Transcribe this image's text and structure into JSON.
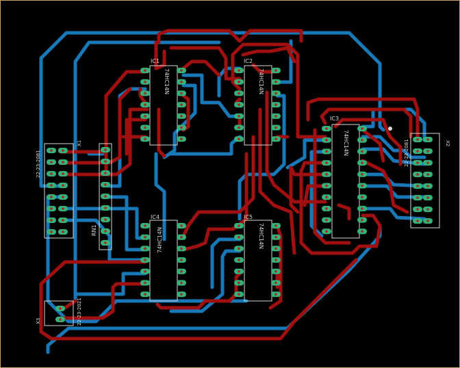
{
  "colors": {
    "background": "#000000",
    "border": "#c9a35a",
    "top_trace": "#a01010",
    "bottom_trace": "#1878b8",
    "pad": "#33b27a",
    "pad_hole": "#b02323",
    "silkscreen": "#d8d8d8"
  },
  "components": {
    "ic1": {
      "name": "IC1",
      "part": "74HC14N"
    },
    "ic2": {
      "name": "IC2",
      "part": "74HC14N"
    },
    "ic3": {
      "name": "IC3",
      "part": "74HC14N"
    },
    "ic4": {
      "name": "IC4",
      "part": "74HC14N"
    },
    "ic5": {
      "name": "IC5",
      "part": "74HC14N"
    },
    "rn1": {
      "name": "RN1"
    },
    "x1": {
      "name": "X1",
      "part": "22-23-2081"
    },
    "x2": {
      "name": "X2",
      "part": "22-23-2081"
    },
    "x3": {
      "name": "X3",
      "part": "22-23-2021"
    }
  }
}
